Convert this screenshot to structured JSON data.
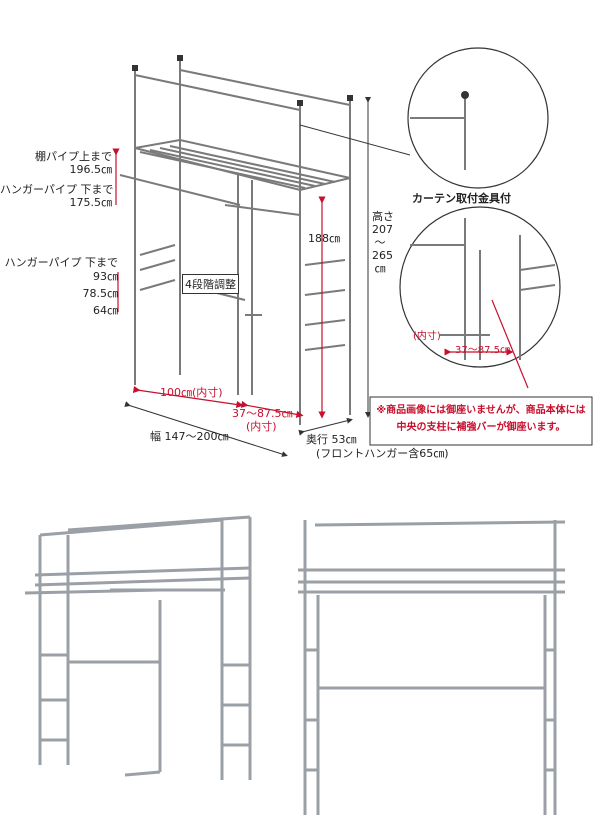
{
  "diagram": {
    "labels": {
      "shelf_pipe_line1": "棚パイプ上まで",
      "shelf_pipe_line2": "196.5㎝",
      "hanger_top_line1": "ハンガーパイプ 下まで",
      "hanger_top_line2": "175.5㎝",
      "hanger_low_line1": "ハンガーパイプ 下まで",
      "hanger_low_h1": "93㎝",
      "hanger_low_h2": "78.5㎝",
      "hanger_low_h3": "64㎝",
      "adjust": "4段階調整",
      "height_188": "188㎝",
      "height_label": "高さ",
      "height_range1": "207",
      "height_range2": "〜",
      "height_range3": "265",
      "height_unit": "㎝",
      "inner_width": "100㎝(内寸)",
      "inner_range": "37〜87.5㎝",
      "inner_range_sub": "(内寸)",
      "total_width": "幅 147〜200㎝",
      "depth": "奥行 53㎝",
      "depth_sub": "(フロントハンガー含65㎝)"
    },
    "callout": {
      "curtain": "カーテン取付金具付",
      "detail_range": "37〜87.5㎝",
      "detail_inner": "(内寸)"
    },
    "note": {
      "line1": "※商品画像には御座いませんが、商品本体には",
      "line2": "中央の支柱に補強バーが御座います。"
    }
  },
  "colors": {
    "accent": "#c8102e",
    "frame": "#8a8a8a"
  }
}
